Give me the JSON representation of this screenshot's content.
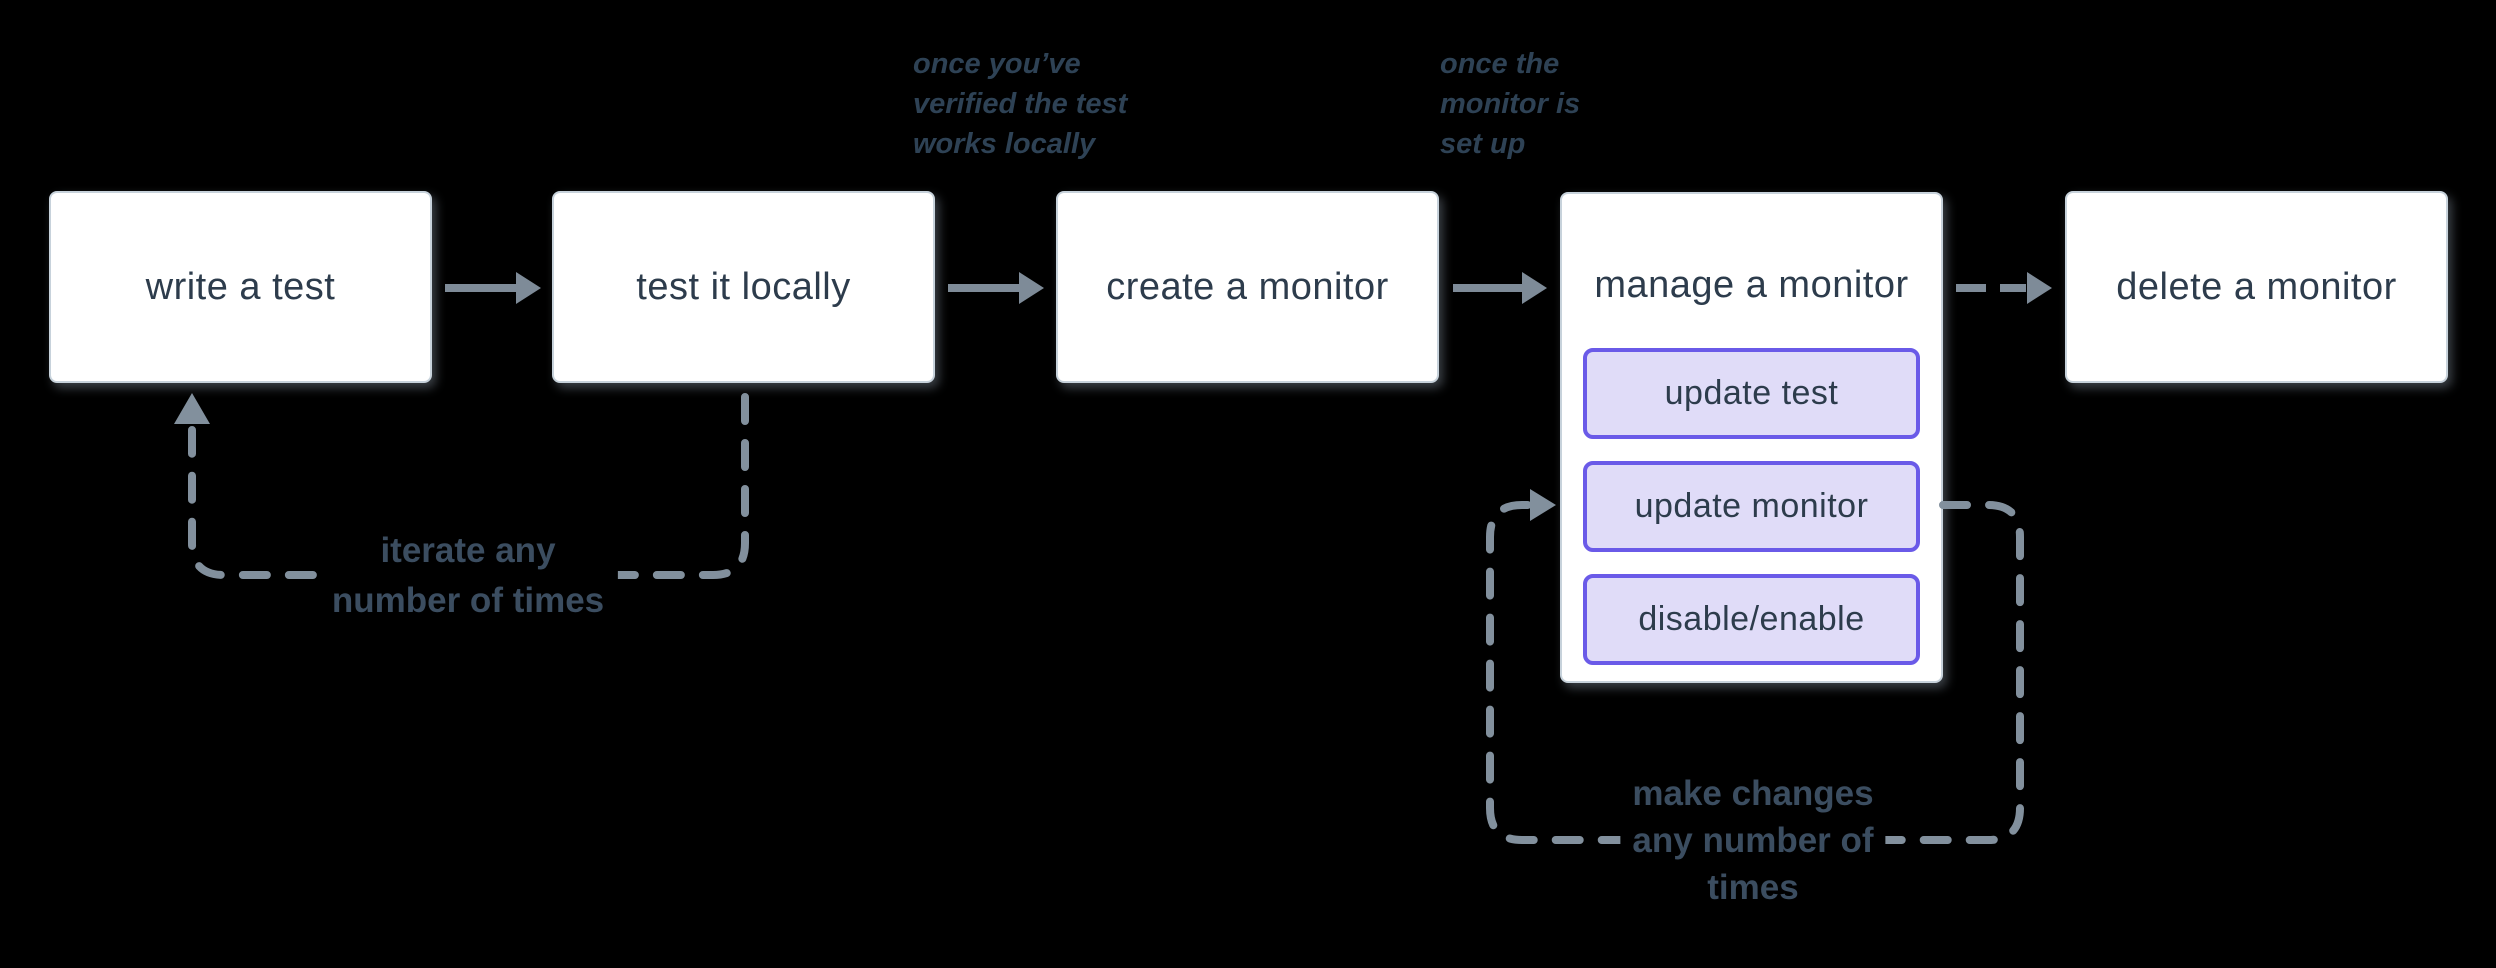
{
  "canvas": {
    "background": "#000000"
  },
  "palette": {
    "node_fill": "#ffffff",
    "node_border": "#c7d2db",
    "node_text": "#2d3c4c",
    "arrow_solid": "#7e8b98",
    "arrow_dashed": "#82909d",
    "purple_border": "#6a5ae8",
    "purple_fill": "#e0dcf8",
    "annotation_text": "#2e4255",
    "loop_label_text": "#3b4d60"
  },
  "boxes": [
    {
      "label": "write a test"
    },
    {
      "label": "test it locally"
    },
    {
      "label": "create a monitor"
    },
    {
      "label": "manage a monitor",
      "children": [
        {
          "label": "update test"
        },
        {
          "label": "update monitor"
        },
        {
          "label": "disable/enable"
        }
      ]
    },
    {
      "label": "delete a monitor"
    }
  ],
  "annotations": [
    {
      "lines": [
        "once you’ve",
        "verified the test",
        "works locally"
      ]
    },
    {
      "lines": [
        "once the",
        "monitor is",
        "set up"
      ]
    }
  ],
  "loop_labels": [
    {
      "lines": [
        "iterate any",
        "number of times"
      ]
    },
    {
      "lines": [
        "make changes",
        "any number of",
        "times"
      ]
    }
  ]
}
